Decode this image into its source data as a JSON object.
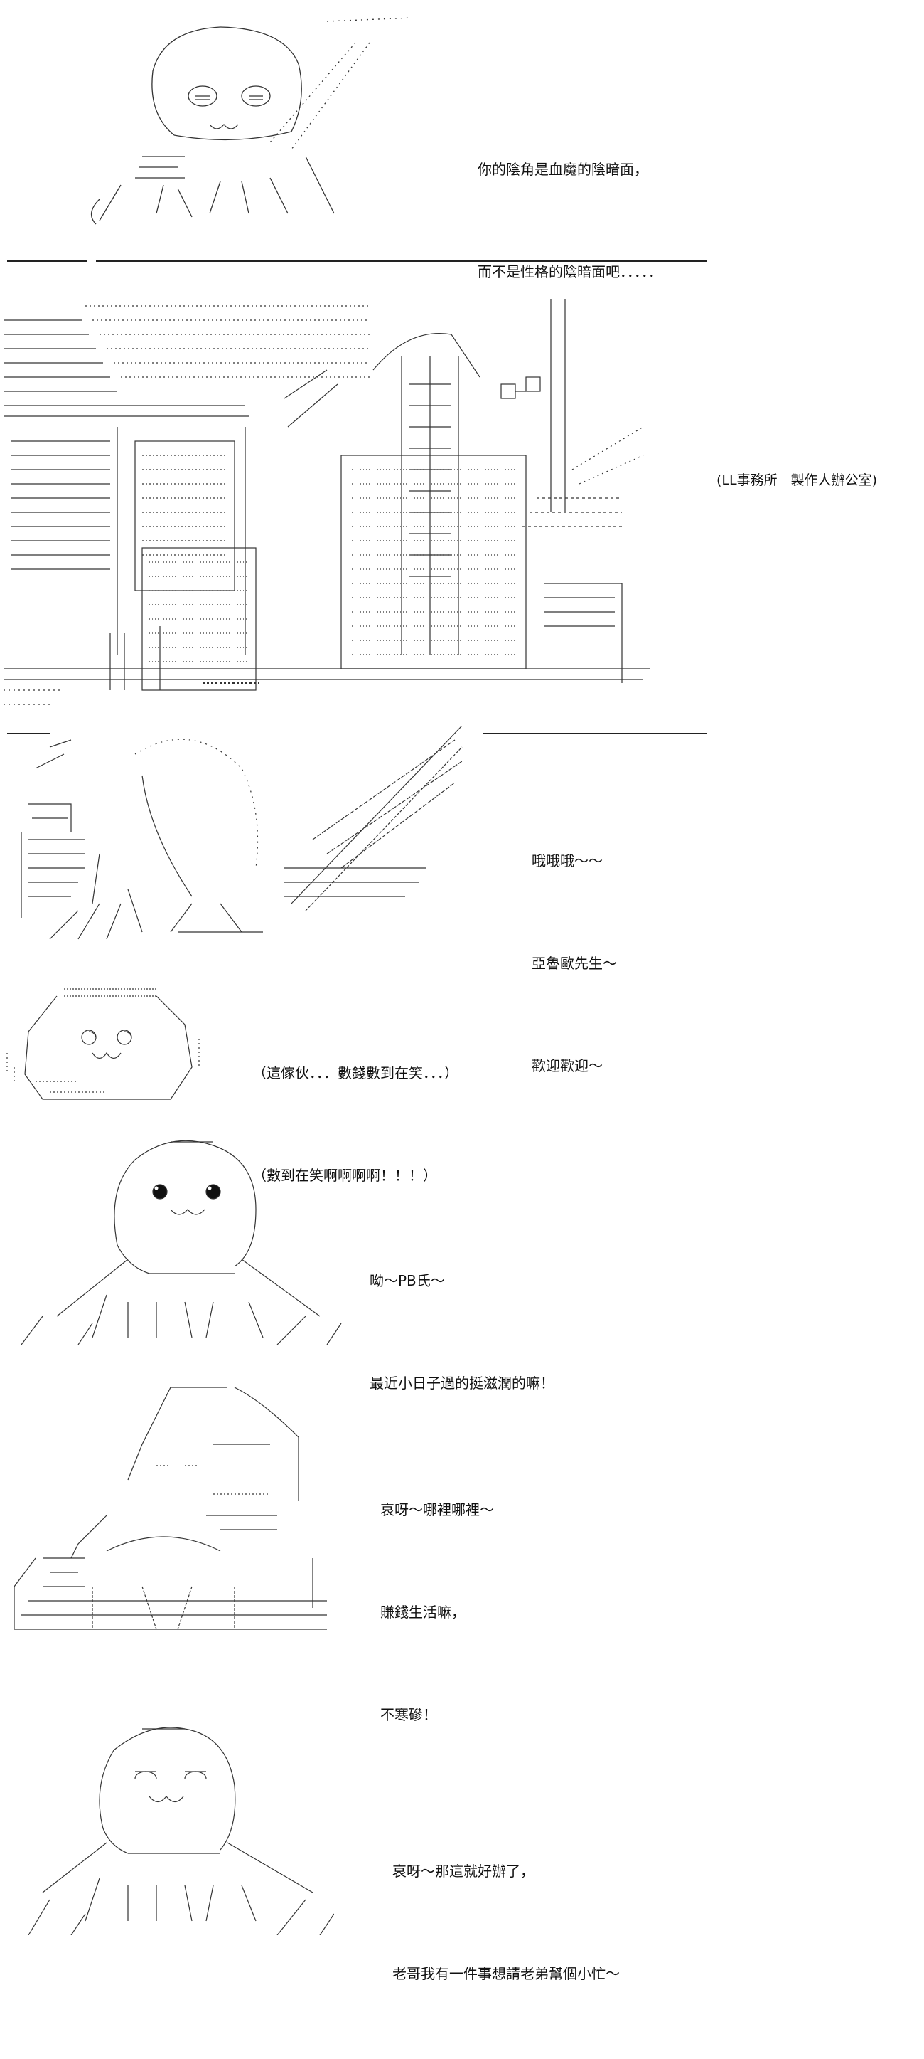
{
  "panel1": {
    "lines": [
      "你的陰角是血魔的陰暗面，",
      "而不是性格的陰暗面吧．．．．．"
    ]
  },
  "panel2": {
    "caption": "(LL事務所　製作人辦公室)"
  },
  "panel3": {
    "lines": [
      "哦哦哦～～",
      "亞魯歐先生～",
      "歡迎歡迎～"
    ]
  },
  "panel4": {
    "lines": [
      "（這傢伙．．．數錢數到在笑．．．）",
      "（數到在笑啊啊啊啊！！！）"
    ]
  },
  "panel5": {
    "lines": [
      "呦～PB氏～",
      "最近小日子過的挺滋潤的嘛！"
    ]
  },
  "panel6": {
    "lines": [
      "哀呀～哪裡哪裡～",
      "賺錢生活嘛，",
      "不寒磣！"
    ]
  },
  "panel7": {
    "lines": [
      "哀呀～那這就好辦了，",
      "老哥我有一件事想請老弟幫個小忙～"
    ]
  }
}
